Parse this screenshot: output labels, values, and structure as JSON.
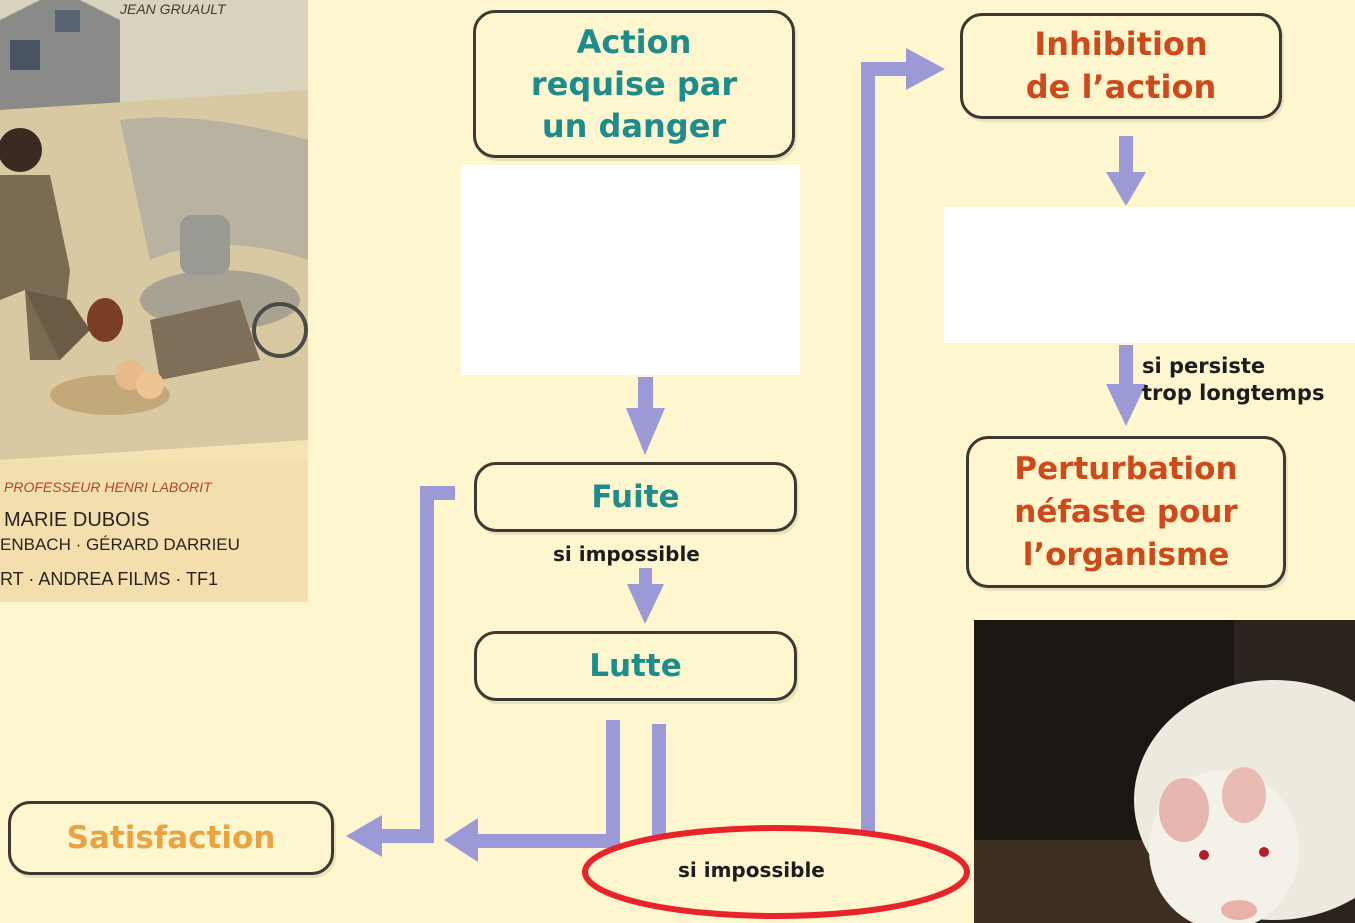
{
  "diagram": {
    "action_box": [
      "Action",
      "requise par",
      "un danger"
    ],
    "inhibition_box": [
      "Inhibition",
      "de l’action"
    ],
    "fuite_box": "Fuite",
    "lutte_box": "Lutte",
    "perturbation_box": [
      "Perturbation",
      "néfaste pour",
      "l’organisme"
    ],
    "satisfaction_box": "Satisfaction",
    "label_si_impossible_1": "si impossible",
    "label_si_impossible_2": "si impossible",
    "label_si_persiste": "si persiste",
    "label_trop_longtemps": "trop longtemps"
  },
  "poster": {
    "credit_line": "JEAN GRUAULT",
    "professor_line": "PROFESSEUR HENRI LABORIT",
    "cast_line_1": "MARIE DUBOIS",
    "cast_line_2": "ENBACH · GÉRARD DARRIEU",
    "production_line": "RT · ANDREA FILMS · TF1"
  },
  "colors": {
    "background": "#fdf6cf",
    "arrow": "#9c9ad6",
    "highlight_ellipse": "#e8232a",
    "teal_text": "#1f8c8c",
    "red_text": "#cf4a1b",
    "orange_text": "#e9a441"
  }
}
